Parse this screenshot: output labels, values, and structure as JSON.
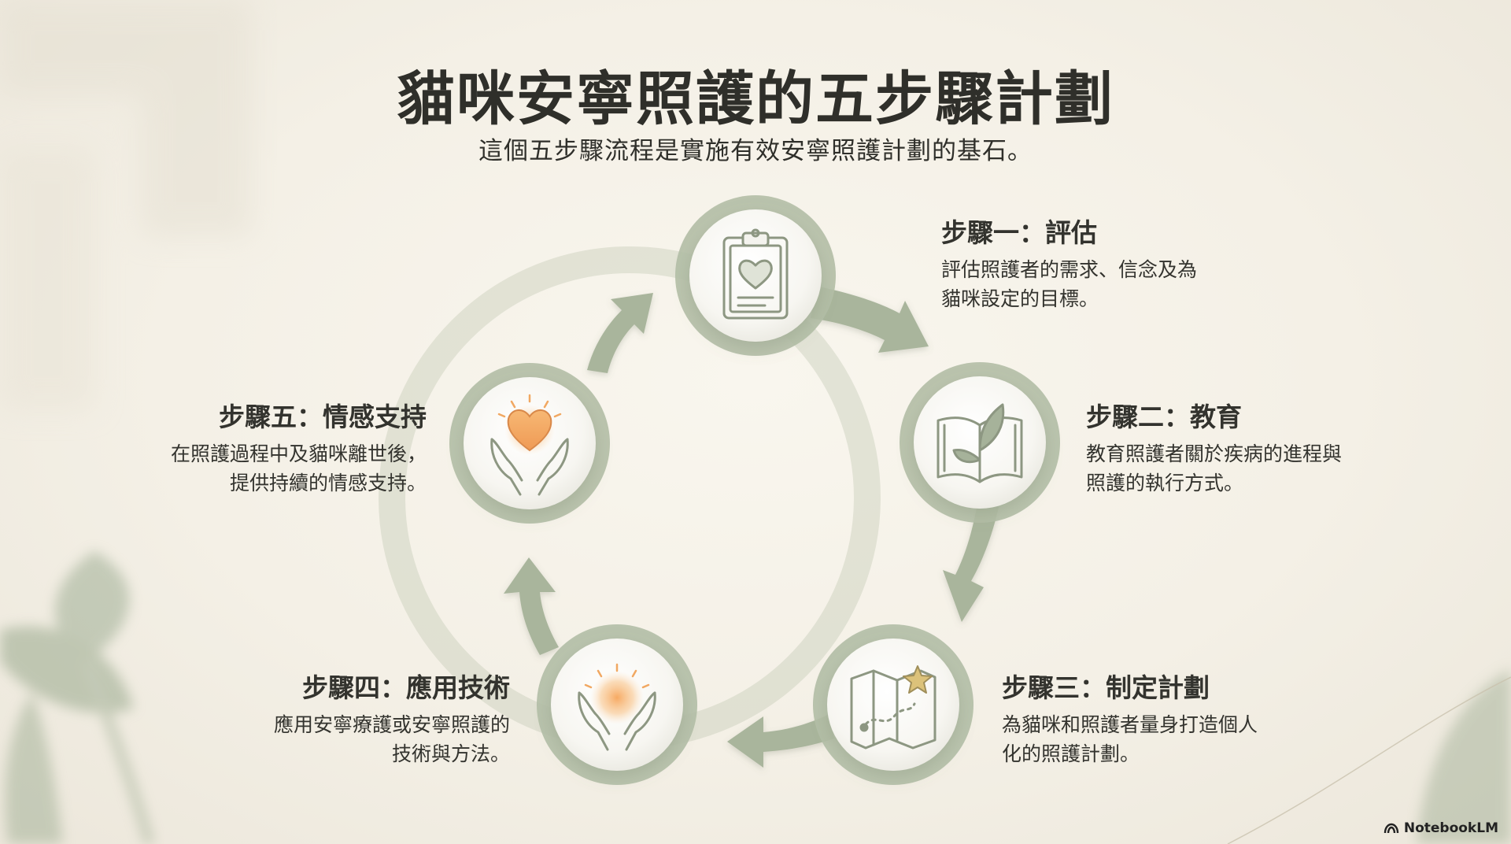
{
  "title": "貓咪安寧照護的五步驟計劃",
  "subtitle": "這個五步驟流程是實施有效安寧照護計劃的基石。",
  "steps": [
    {
      "id": "assessment",
      "title": "步驟一：評估",
      "desc_lines": [
        "評估照護者的需求、信念及為",
        "貓咪設定的目標。"
      ],
      "icon": "clipboard-heart-icon"
    },
    {
      "id": "education",
      "title": "步驟二：教育",
      "desc_lines": [
        "教育照護者關於疾病的進程與",
        "照護的執行方式。"
      ],
      "icon": "book-sprout-icon"
    },
    {
      "id": "planning",
      "title": "步驟三：制定計劃",
      "desc_lines": [
        "為貓咪和照護者量身打造個人",
        "化的照護計劃。"
      ],
      "icon": "map-star-icon"
    },
    {
      "id": "techniques",
      "title": "步驟四：應用技術",
      "desc_lines": [
        "應用安寧療護或安寧照護的",
        "技術與方法。"
      ],
      "icon": "hands-sun-icon"
    },
    {
      "id": "support",
      "title": "步驟五：情感支持",
      "desc_lines": [
        "在照護過程中及貓咪離世後，",
        "提供持續的情感支持。"
      ],
      "icon": "hands-heart-icon"
    }
  ],
  "brand": {
    "label": "NotebookLM",
    "icon": "notebooklm-logo-icon"
  },
  "colors": {
    "sage": "#a9b59c",
    "sage_dark": "#8f9d82",
    "ring": "#b7c1ab",
    "icon_stroke": "#8d9782",
    "orange_glow": "#f2a65a",
    "text": "#2f2f2a"
  }
}
